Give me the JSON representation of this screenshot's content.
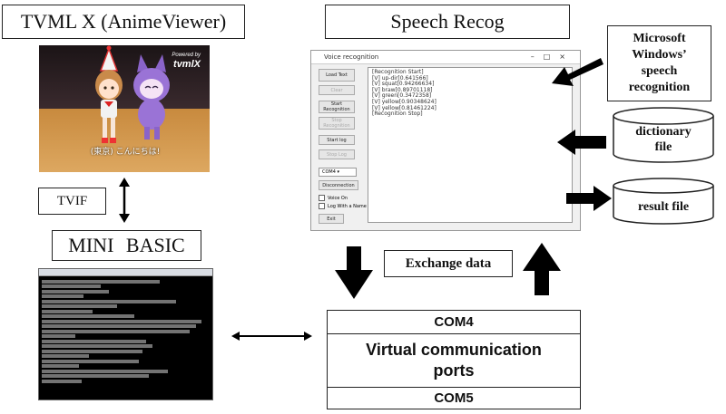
{
  "tvml": {
    "title": "TVML X (AnimeViewer)",
    "logo_small": "Powered by",
    "logo_big": "tvmlX",
    "subtitle": "(東京) こんにちは!"
  },
  "speech": {
    "title": "Speech Recog"
  },
  "tvif": {
    "label": "TVIF"
  },
  "mini_basic": {
    "title": "MINI BASIC"
  },
  "microsoft": {
    "lines": [
      "Microsoft",
      "Windows’",
      "speech",
      "recognition"
    ]
  },
  "dictionary": {
    "line1": "dictionary",
    "line2": "file"
  },
  "result": {
    "label": "result file"
  },
  "exchange": {
    "label": "Exchange data"
  },
  "com": {
    "top": "COM4",
    "middle_line1": "Virtual communication",
    "middle_line2": "ports",
    "bottom": "COM5"
  },
  "voice_window": {
    "title": "Voice recognition",
    "buttons": [
      "Load Text",
      "Clear",
      "Start Recognition",
      "Stop Recognition",
      "Start log",
      "Stop Log",
      "Disconnection"
    ],
    "combo": "COM4",
    "checks": [
      "Voice On",
      "Log With a Name"
    ],
    "exit": "Exit",
    "log": "[Recognition Start]\n[V] up-dir[0.641566]\n[V] squat[0.94266634]\n[V] braw[0.89701118]\n[V] green[0.3472358]\n[V] yellow[0.90348624]\n[V] yellow[0.81461224]\n[Recognition Stop]"
  },
  "colors": {
    "stroke": "#222222",
    "arrow": "#000000",
    "floor": "#d9a055",
    "terminal": "#000000"
  }
}
